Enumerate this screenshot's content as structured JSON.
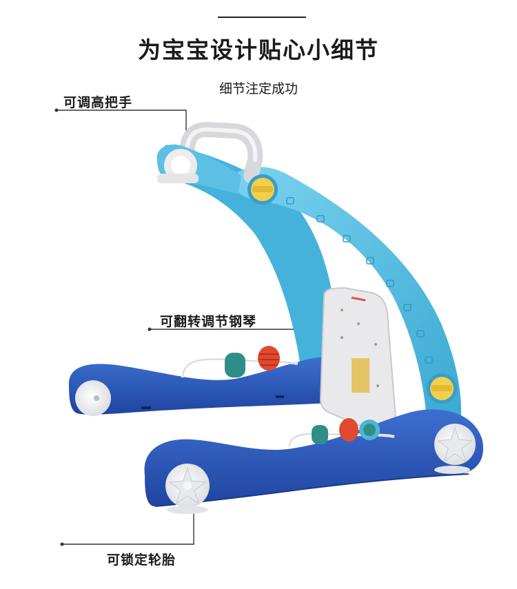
{
  "header": {
    "title": "为宝宝设计贴心小细节",
    "subtitle": "细节注定成功"
  },
  "callouts": {
    "handle": "可调高把手",
    "piano": "可翻转调节钢琴",
    "wheels": "可锁定轮胎"
  },
  "colors": {
    "frame_light_blue": "#4fbde0",
    "base_dark_blue": "#2a55b8",
    "knob_yellow": "#f2d04a",
    "handle_gray": "#d8d8dc",
    "bead_red": "#e0492f",
    "bead_teal": "#2f8f86"
  },
  "icons": [
    "height-adjust-knob-icon",
    "wheel-lock-icon",
    "bead-toy-icon"
  ]
}
